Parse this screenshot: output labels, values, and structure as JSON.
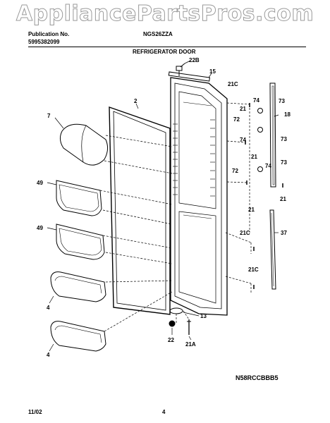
{
  "watermark": "AppliancePartsPros.com",
  "header": {
    "publication_label": "Publication No.",
    "publication_number": "5995382099",
    "model": "NGS26ZZA",
    "section_title": "REFRIGERATOR DOOR"
  },
  "footer": {
    "date": "11/02",
    "page": "4",
    "code": "N58RCCBBB5"
  },
  "callouts": {
    "c22B": "22B",
    "c15": "15",
    "c2": "2",
    "c21C_top": "21C",
    "c74_a": "74",
    "c73_a": "73",
    "c21_a": "21",
    "c18": "18",
    "c72_a": "72",
    "c74_b": "74",
    "c73_b": "73",
    "c7": "7",
    "c21_b": "21",
    "c74_c": "74",
    "c73_c": "73",
    "c72_b": "72",
    "c49_a": "49",
    "c21_c": "21",
    "c21_d": "21",
    "c49_b": "49",
    "c37": "37",
    "c21C_mid": "21C",
    "c21C_low": "21C",
    "c4_a": "4",
    "c13": "13",
    "c22": "22",
    "c21A": "21A",
    "c4_b": "4"
  }
}
